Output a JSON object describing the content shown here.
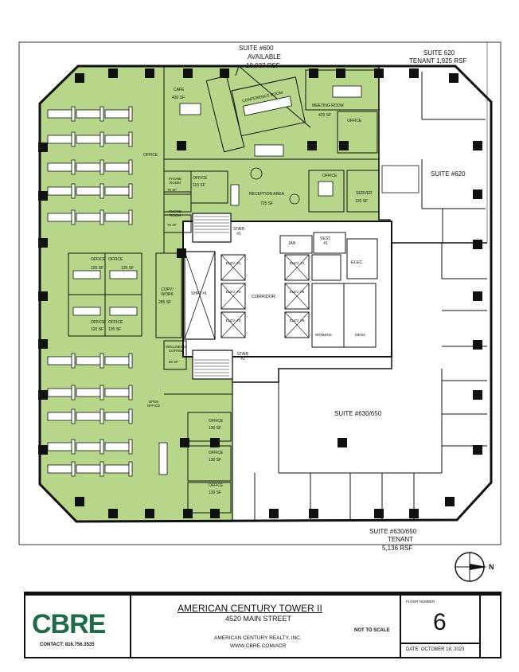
{
  "suites": {
    "s600": {
      "name": "SUITE #600",
      "status": "AVAILABLE",
      "area": "10,037 RSF"
    },
    "s620_top": {
      "name": "SUITE 620",
      "status": "TENANT 1,925 RSF"
    },
    "s620_label": "SUITE #620",
    "s630_label": "SUITE #630/650",
    "s630_bottom": {
      "name": "SUITE #630/650",
      "status": "TENANT",
      "area": "5,136 RSF"
    }
  },
  "rooms": {
    "cafe": "CAFE",
    "cafe_sf": "430 SF",
    "conference": "CONFERENCE ROOM",
    "meeting": "MEETING ROOM",
    "meeting_sf": "420 SF",
    "office": "OFFICE",
    "phone_room": "PHONE ROOM",
    "phone_sf": "70 SF",
    "office_110": "110 SF",
    "reception": "RECEPTION AREA",
    "reception_sf": "725 SF",
    "server": "SERVER",
    "server_sf": "120 SF",
    "copy_work": "COPY/ WORK",
    "copy_sf": "285 SF",
    "office_120": "120 SF",
    "office_135": "135 SF",
    "office_130": "130 SF",
    "wellness": "WELLNESS/ COFFEE",
    "wellness_sf": "80 SF",
    "open_office": "OPEN OFFICE",
    "stair1": "STAIR #1",
    "stair2": "STAIR #2",
    "shaft": "SHFT #1",
    "elev1": "ELEV. #1",
    "elev2": "ELEV. #2",
    "elev3": "ELEV. #3",
    "elev4": "ELEV. #4",
    "elev5": "ELEV. #5",
    "elev6": "ELEV. #6",
    "corridor": "CORRIDOR",
    "vest": "VEST. #1",
    "elec": "ELEC.",
    "jan": "JAN",
    "womens": "WOMENS",
    "mens": "MENS"
  },
  "title_block": {
    "logo": "CBRE",
    "contact": "CONTACT: 816.756.3535",
    "building": "AMERICAN CENTURY TOWER II",
    "address": "4520 MAIN STREET",
    "owner": "AMERICAN CENTURY REALTY, INC.",
    "website": "WWW.CBRE.COM/ACR",
    "scale_note": "NOT TO SCALE",
    "floor_label": "FLOOR NUMBER",
    "floor_number": "6",
    "date": "DATE: OCTOBER 18, 2023"
  },
  "north": {
    "letter": "N"
  },
  "colors": {
    "available": "#b8d68a",
    "line": "#111111",
    "brand": "#1f6b46"
  }
}
